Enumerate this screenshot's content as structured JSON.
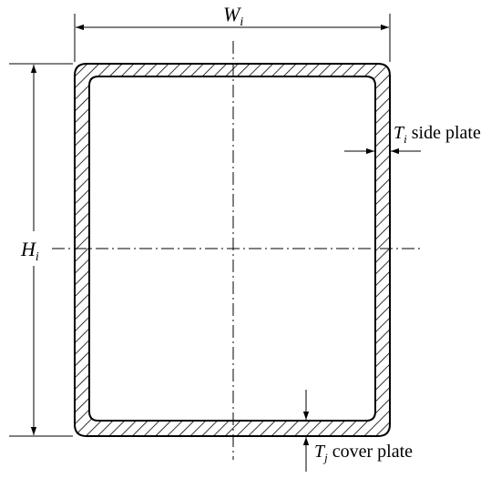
{
  "diagram": {
    "width_label": {
      "base": "W",
      "sub": "i"
    },
    "height_label": {
      "base": "H",
      "sub": "i"
    },
    "side_plate": {
      "base": "T",
      "sub": "i",
      "text": " side plate"
    },
    "cover_plate": {
      "base": "T",
      "sub": "j",
      "text": " cover plate"
    },
    "colors": {
      "stroke": "#000000",
      "background": "#ffffff"
    }
  }
}
